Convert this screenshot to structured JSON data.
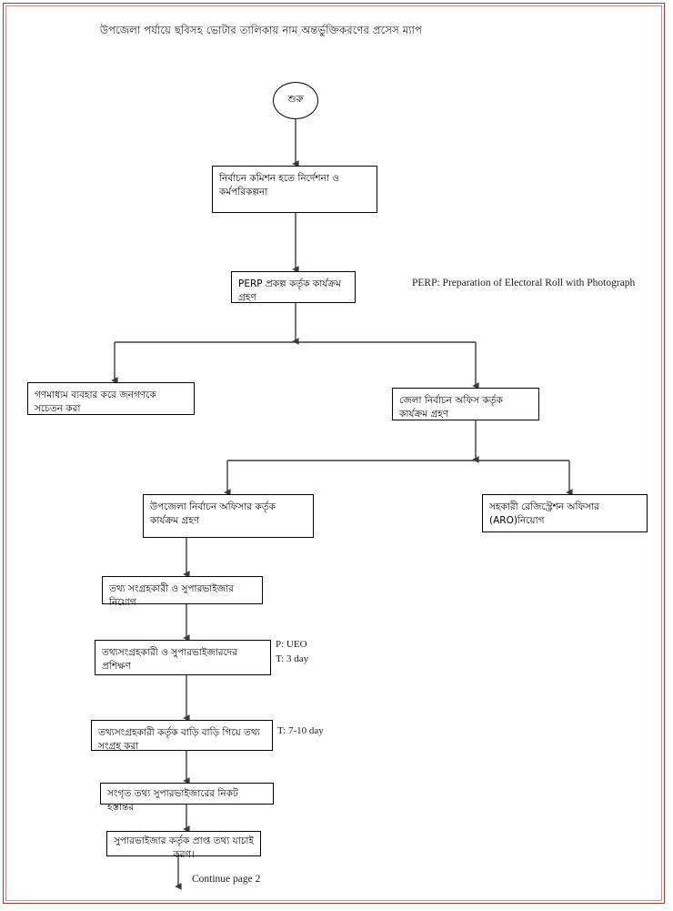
{
  "document": {
    "title": "উপজেলা পর্যায়ে ছবিসহ ভোটার তালিকায় নাম অন্তর্ভুক্তিকরণের প্রসেস ম্যাপ",
    "border_color": "#a33a2e",
    "line_color": "#3a3a3a",
    "node_border_color": "#000000"
  },
  "legend": {
    "perp_expansion": "PERP: Preparation of Electoral Roll with Photograph"
  },
  "nodes": {
    "start": {
      "label": "শুরু",
      "shape": "ellipse"
    },
    "ec_guideline": {
      "label": "নির্বাচন কমিশন হতে নির্দেশনা ও কর্মপরিকল্পনা",
      "shape": "rect"
    },
    "perp_project": {
      "label": "PERP প্রকল্প কর্তৃক কার্যক্রম গ্রহণ",
      "shape": "rect"
    },
    "media_awareness": {
      "label": "গণমাধ্যম ব্যবহার করে জনগণকে সচেতন করা",
      "shape": "rect"
    },
    "district_office": {
      "label": "জেলা নির্বাচন অফিস কর্তৃক কার্যক্রম গ্রহণ",
      "shape": "rect"
    },
    "upazila_officer": {
      "label": "উপজেলা নির্বাচন অফিসার কর্তৃক কার্যক্রম গ্রহণ",
      "shape": "rect"
    },
    "aro_appointment": {
      "label": "সহকারী রেজিস্ট্রেশন অফিসার (ARO)নিয়োগ",
      "shape": "rect"
    },
    "collector_supervisor_appointment": {
      "label": "তথ্য সংগ্রহকারী ও সুপারভাইজার নিয়োগ",
      "shape": "rect"
    },
    "training": {
      "label": "তথ্যসংগ্রহকারী ও সুপারভাইজারদের প্রশিক্ষণ",
      "shape": "rect"
    },
    "door_to_door": {
      "label": "তথ্যসংগ্রহকারী কর্তৃক বাড়ি বাড়ি গিয়ে তথ্য সংগ্রহ করা",
      "shape": "rect"
    },
    "handover": {
      "label": "সংগৃত তথ্য সুপারভাইজারের নিকট হস্তান্তর",
      "shape": "rect"
    },
    "verification": {
      "label": "সুপারভাইজার কর্তৃক প্রাপ্ত তথ্য যাচাই করণ।",
      "shape": "rect"
    }
  },
  "annotations": {
    "training_note": "P: UEO\nT: 3 day",
    "door_to_door_note": "T: 7-10 day",
    "continue": "Continue page 2"
  }
}
